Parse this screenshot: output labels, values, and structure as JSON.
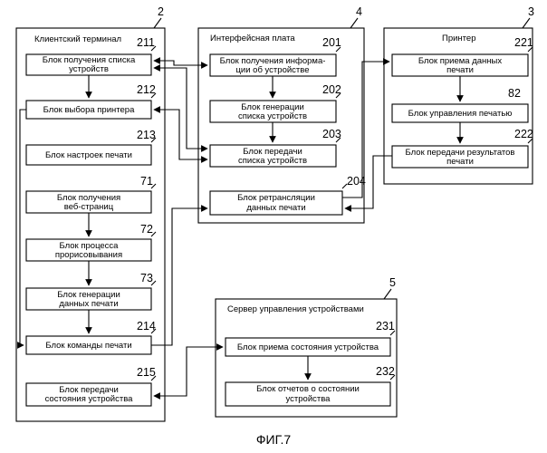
{
  "figure_label": "ФИГ.7",
  "client": {
    "ref": "2",
    "title": "Клиентский терминал",
    "blocks": [
      {
        "ref": "211",
        "lines": [
          "Блок получения списка",
          "устройств"
        ]
      },
      {
        "ref": "212",
        "lines": [
          "Блок выбора принтера"
        ]
      },
      {
        "ref": "213",
        "lines": [
          "Блок настроек печати"
        ]
      },
      {
        "ref": "71",
        "lines": [
          "Блок получения",
          "веб-страниц"
        ]
      },
      {
        "ref": "72",
        "lines": [
          "Блок процесса",
          "прорисовывания"
        ]
      },
      {
        "ref": "73",
        "lines": [
          "Блок генерации",
          "данных печати"
        ]
      },
      {
        "ref": "214",
        "lines": [
          "Блок команды печати"
        ]
      },
      {
        "ref": "215",
        "lines": [
          "Блок передачи",
          "состояния устройства"
        ]
      }
    ]
  },
  "interface": {
    "ref": "4",
    "title": "Интерфейсная плата",
    "blocks": [
      {
        "ref": "201",
        "lines": [
          "Блок получения информа-",
          "ции об устройстве"
        ]
      },
      {
        "ref": "202",
        "lines": [
          "Блок генерации",
          "списка устройств"
        ]
      },
      {
        "ref": "203",
        "lines": [
          "Блок передачи",
          "списка устройств"
        ]
      },
      {
        "ref": "204",
        "lines": [
          "Блок ретрансляции",
          "данных печати"
        ]
      }
    ]
  },
  "printer": {
    "ref": "3",
    "title": "Принтер",
    "blocks": [
      {
        "ref": "221",
        "lines": [
          "Блок приема данных",
          "печати"
        ]
      },
      {
        "ref": "82",
        "lines": [
          "Блок управления печатью"
        ]
      },
      {
        "ref": "222",
        "lines": [
          "Блок передачи результатов",
          "печати"
        ]
      }
    ]
  },
  "server": {
    "ref": "5",
    "title": "Сервер управления устройствами",
    "blocks": [
      {
        "ref": "231",
        "lines": [
          "Блок приема состояния устройства"
        ]
      },
      {
        "ref": "232",
        "lines": [
          "Блок отчетов о состоянии",
          "устройства"
        ]
      }
    ]
  }
}
